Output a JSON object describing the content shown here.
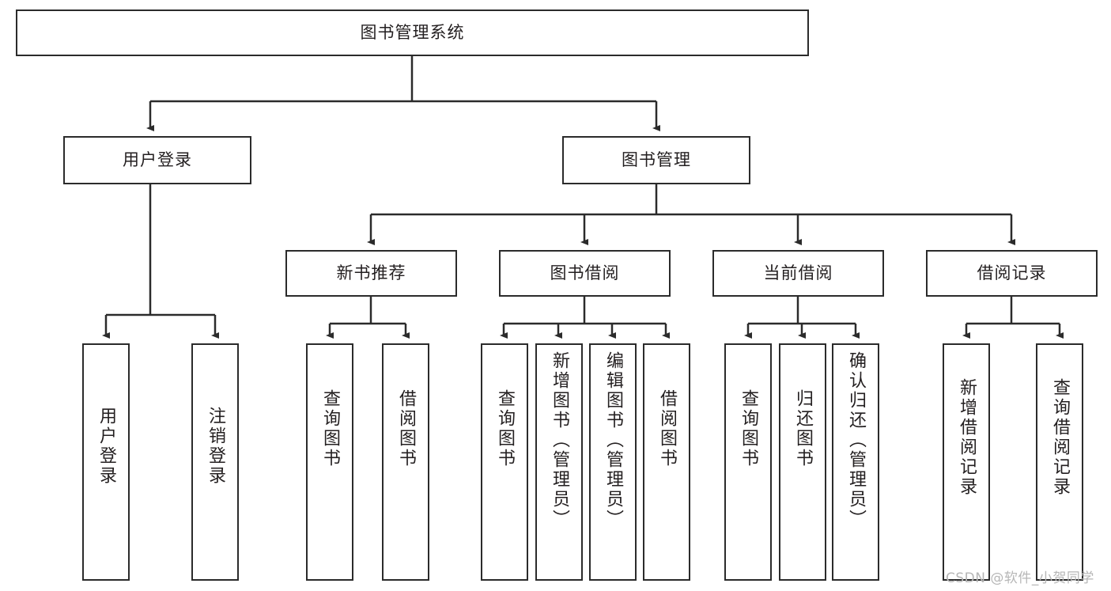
{
  "diagram": {
    "title": "图书管理系统",
    "type": "functional-structure-tree",
    "root": {
      "label": "图书管理系统"
    },
    "level2": [
      {
        "label": "用户登录"
      },
      {
        "label": "图书管理"
      }
    ],
    "level3": [
      {
        "label": "新书推荐"
      },
      {
        "label": "图书借阅"
      },
      {
        "label": "当前借阅"
      },
      {
        "label": "借阅记录"
      }
    ],
    "leaves": {
      "user_login": [
        {
          "label": "用户登录"
        },
        {
          "label": "注销登录"
        }
      ],
      "new_book_recommend": [
        {
          "label": "查询图书"
        },
        {
          "label": "借阅图书"
        }
      ],
      "book_borrow": [
        {
          "label": "查询图书"
        },
        {
          "label": "新增图书（管理员）"
        },
        {
          "label": "编辑图书（管理员）"
        },
        {
          "label": "借阅图书"
        }
      ],
      "current_borrow": [
        {
          "label": "查询图书"
        },
        {
          "label": "归还图书"
        },
        {
          "label": "确认归还（管理员）"
        }
      ],
      "borrow_record": [
        {
          "label": "新增借阅记录"
        },
        {
          "label": "查询借阅记录"
        }
      ]
    }
  },
  "watermark": {
    "text": "CSDN @软件_小贺同学"
  },
  "colors": {
    "stroke": "#2b2b2b",
    "fill": "#ffffff",
    "text": "#231f20",
    "watermark": "#b6b6b6"
  }
}
